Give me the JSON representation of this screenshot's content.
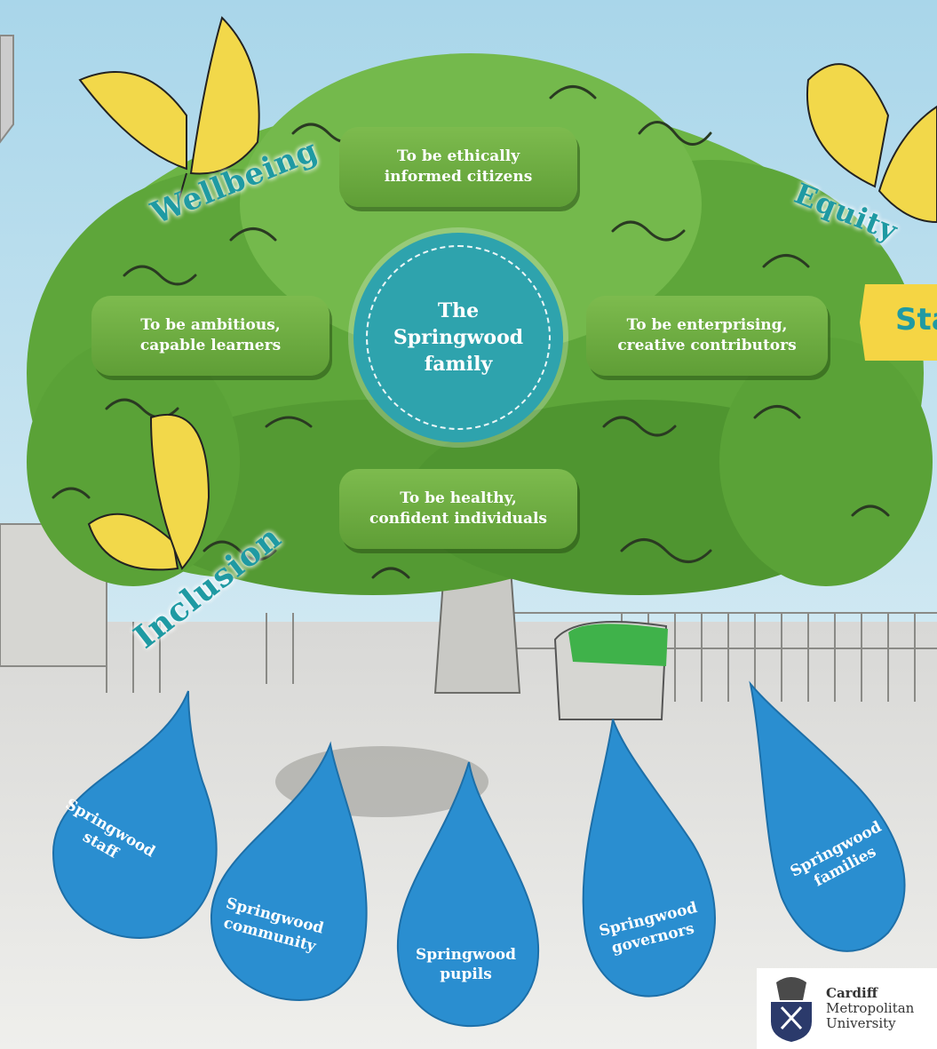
{
  "center": {
    "line1": "The",
    "line2": "Springwood",
    "line3": "family"
  },
  "purposes": {
    "top": {
      "line1": "To be ethically",
      "line2": "informed citizens"
    },
    "left": {
      "line1": "To be ambitious,",
      "line2": "capable learners"
    },
    "right": {
      "line1": "To be enterprising,",
      "line2": "creative contributors"
    },
    "bottom": {
      "line1": "To be healthy,",
      "line2": "confident individuals"
    }
  },
  "values": {
    "wellbeing": "Wellbeing",
    "equity": "Equity",
    "inclusion": "Inclusion"
  },
  "banner_text": "Sta",
  "drops": [
    {
      "line1": "Springwood",
      "line2": "staff"
    },
    {
      "line1": "Springwood",
      "line2": "community"
    },
    {
      "line1": "Springwood",
      "line2": "pupils"
    },
    {
      "line1": "Springwood",
      "line2": "governors"
    },
    {
      "line1": "Springwood",
      "line2": "families"
    }
  ],
  "logo": {
    "line1": "Cardiff",
    "line2": "Metropolitan",
    "line3": "University"
  },
  "colors": {
    "drop": "#2a8ed0",
    "leaf": "#5ea63a",
    "teal": "#2ea3ad",
    "butterfly": "#f2d84a"
  }
}
